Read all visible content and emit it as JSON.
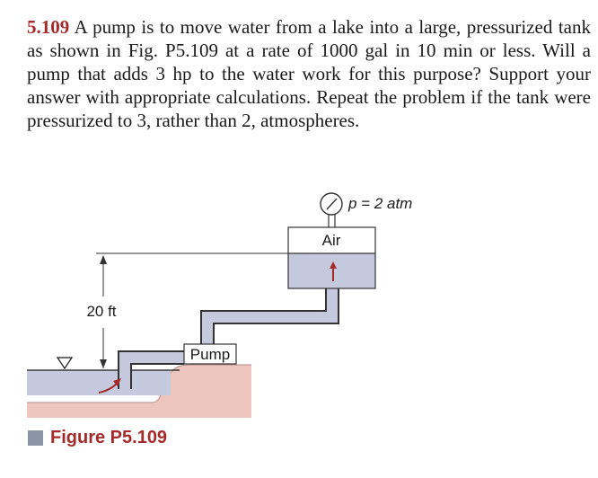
{
  "problem": {
    "number": "5.109",
    "text": "A pump is to move water from a lake into a large, pressurized tank as shown in Fig. P5.109 at a rate of 1000 gal in 10 min or less. Will a pump that adds 3 hp to the water work for this purpose? Support your answer with appropriate calculations. Repeat the problem if the tank were pressurized to 3, rather than 2, atmospheres."
  },
  "figure": {
    "pressure_label": "p = 2 atm",
    "air_label": "Air",
    "height_label": "20 ft",
    "pump_label": "Pump",
    "caption": "Figure P5.109",
    "colors": {
      "water": "#c5c9dd",
      "ground": "#ecc6bf",
      "accent": "#a52a2a"
    }
  }
}
